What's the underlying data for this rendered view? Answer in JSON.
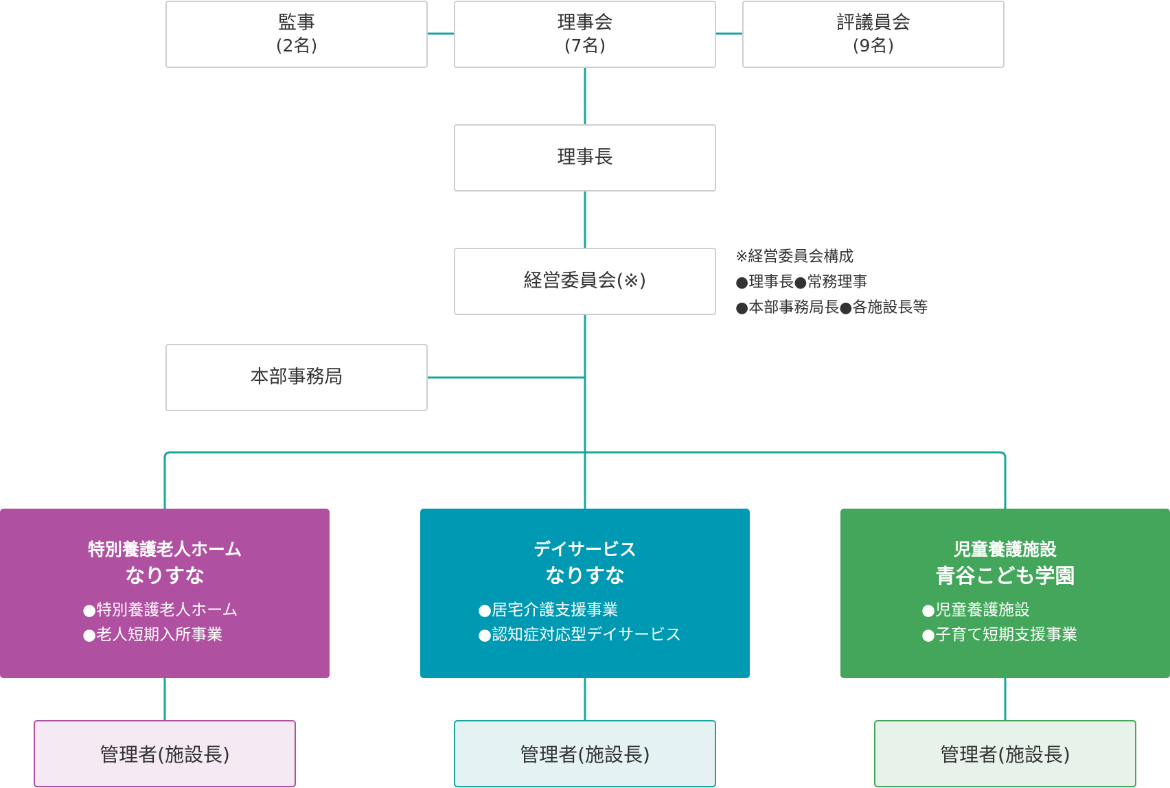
{
  "top_row": {
    "auditors": {
      "title": "監事",
      "count": "(2名)"
    },
    "board": {
      "title": "理事会",
      "count": "(7名)"
    },
    "councilors": {
      "title": "評議員会",
      "count": "(9名)"
    }
  },
  "chairman": "理事長",
  "management_committee": "経営委員会(※)",
  "committee_note": {
    "heading": "※経営委員会構成",
    "line1": "●理事長●常務理事",
    "line2": "●本部事務局長●各施設長等"
  },
  "head_office": "本部事務局",
  "facilities": [
    {
      "category": "特別養護老人ホーム",
      "name": "なりすな",
      "services": [
        "●特別養護老人ホーム",
        "●老人短期入所事業"
      ],
      "color": "#b050a0",
      "manager": "管理者(施設長)",
      "manager_bg": "#f5e9f3",
      "manager_border": "#b050a0"
    },
    {
      "category": "デイサービス",
      "name": "なりすな",
      "services": [
        "●居宅介護支援事業",
        "●認知症対応型デイサービス"
      ],
      "color": "#0099b3",
      "manager": "管理者(施設長)",
      "manager_bg": "#e5f2f3",
      "manager_border": "#1aa59c"
    },
    {
      "category": "児童養護施設",
      "name": "青谷こども学園",
      "services": [
        "●児童養護施設",
        "●子育て短期支援事業"
      ],
      "color": "#43a65a",
      "manager": "管理者(施設長)",
      "manager_bg": "#e7f3ea",
      "manager_border": "#43a65a"
    }
  ],
  "connector_color": "#1aa59c"
}
